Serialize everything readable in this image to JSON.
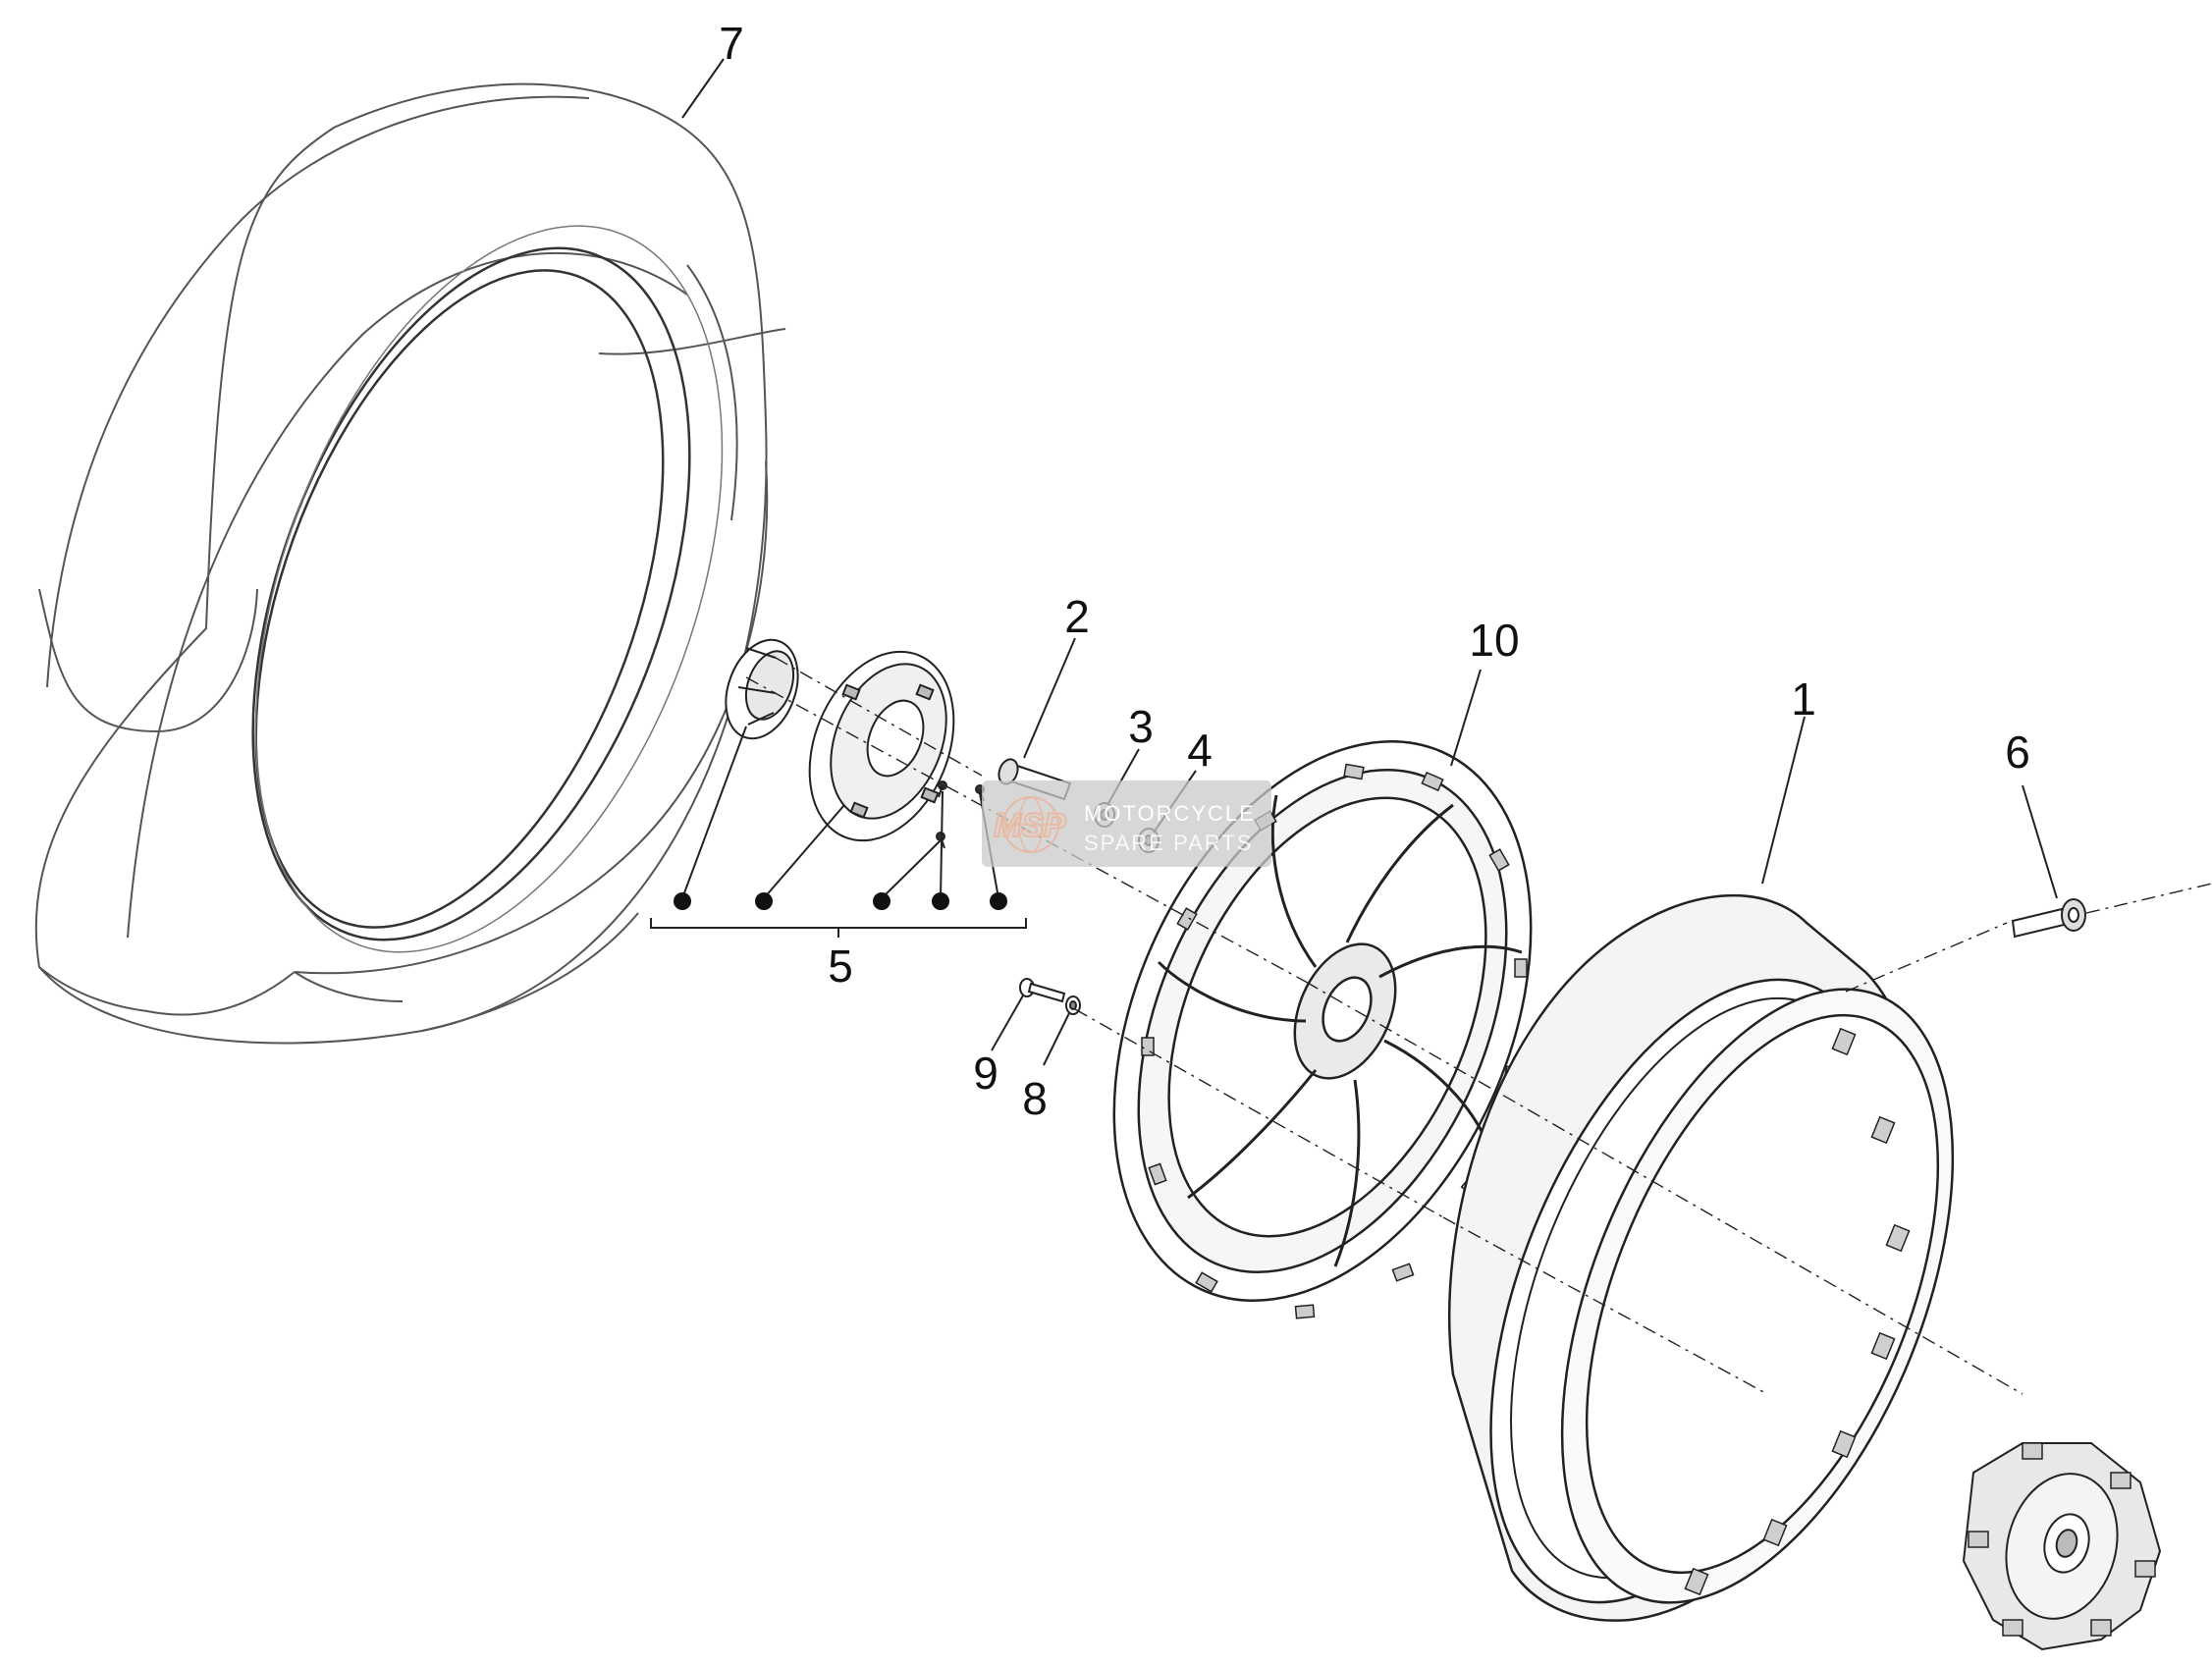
{
  "diagram": {
    "callouts": {
      "tyre": "7",
      "hub_cap_assembly": "5",
      "axle_pin": "2",
      "washer": "3",
      "o_ring": "4",
      "wheel_cover": "10",
      "rim": "1",
      "valve": "6",
      "screw": "9",
      "nut": "8"
    },
    "watermark": {
      "logo": "MSP",
      "line1": "MOTORCYCLE",
      "line2": "SPARE PARTS"
    },
    "colors": {
      "line": "#222222",
      "tyre_line": "#555555",
      "rim_fill": "#f4f4f4",
      "watermark_box": "#c9c9c9",
      "watermark_logo": "#e8b9a3"
    }
  }
}
